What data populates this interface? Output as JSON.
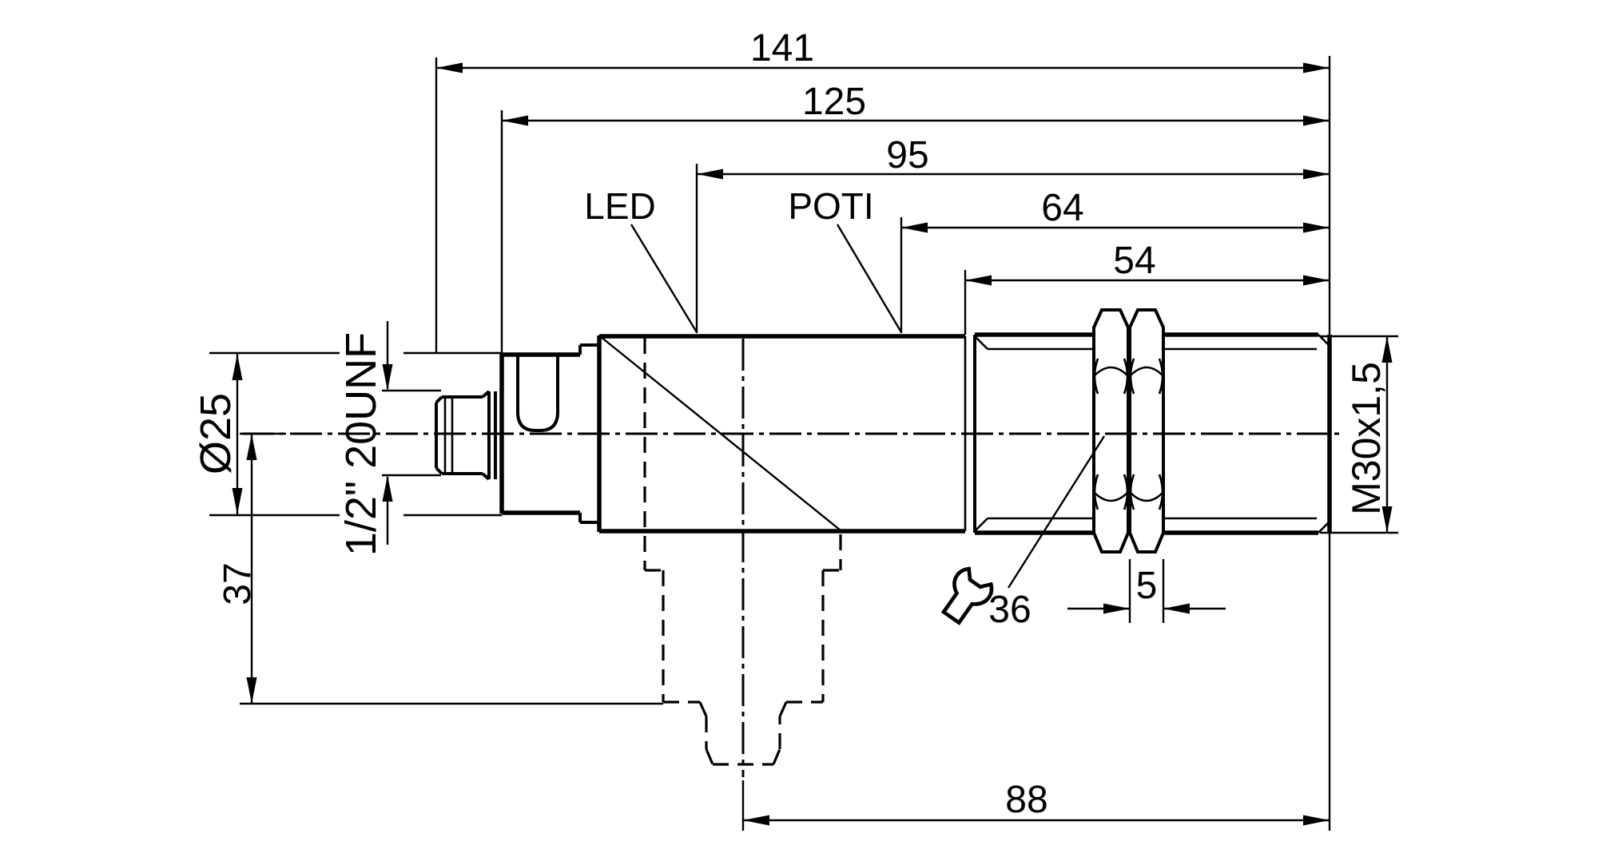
{
  "page": {
    "background": "#ffffff",
    "line_color": "#000000"
  },
  "drawing": {
    "type": "technical-dimension-drawing",
    "part_labels": {
      "led": "LED",
      "poti": "POTI"
    },
    "dimensions_mm": {
      "overall_length": "141",
      "housing_length": "125",
      "led_to_face": "95",
      "poti_to_face": "64",
      "thread_length": "54",
      "bracket_to_face": "88",
      "axis_to_bracket": "37",
      "nut_thickness": "5",
      "wrench_size": "36",
      "housing_diameter": "Ø25",
      "connector_thread": "1/2\" 20UNF",
      "thread_spec": "M30x1,5"
    }
  }
}
